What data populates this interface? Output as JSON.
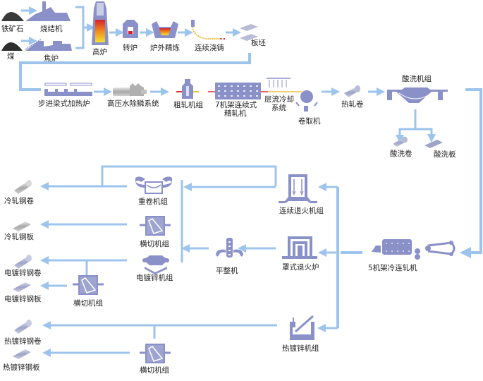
{
  "colors": {
    "flow_line": "#9cc4ec",
    "equipment": "#8a90c8",
    "equipment_dark": "#7078b8",
    "hot_red": "#d8202a",
    "hot_yellow": "#f5d020",
    "label": "#222222"
  },
  "stages": {
    "iron_ore": "铁矿石",
    "sinter": "烧结机",
    "coal": "煤",
    "coke_oven": "焦炉",
    "blast_furnace": "高炉",
    "converter": "转炉",
    "secondary_refining": "炉外精炼",
    "continuous_casting": "连续浇铸",
    "slab": "板坯",
    "walking_beam_furnace": "步进梁式加热炉",
    "hp_descaling": "高压水除鳞系统",
    "roughing_mill": "粗轧机组",
    "finishing_mill_line1": "7机架连续式",
    "finishing_mill_line2": "精轧机",
    "laminar_cooling_line1": "层流冷却",
    "laminar_cooling_line2": "系统",
    "coiler": "卷取机",
    "hot_rolled_coil": "热轧卷",
    "pickling_line": "酸洗机组",
    "pickled_coil": "酸洗卷",
    "pickled_sheet": "酸洗板",
    "cold_tandem_mill": "5机架冷连轧机",
    "continuous_annealing": "连续退火机组",
    "batch_annealing": "罩式退火炉",
    "hot_dip_galvanizing": "热镀锌机组",
    "temper_mill": "平整机",
    "recoiling_line": "重卷机组",
    "cut_to_length_1": "横切机组",
    "electro_galvanizing": "电镀锌机组",
    "cut_to_length_2": "横切机组",
    "cut_to_length_3": "横切机组"
  },
  "products": {
    "cold_rolled_coil": "冷轧钢卷",
    "cold_rolled_sheet": "冷轧钢板",
    "eg_coil": "电镀锌钢卷",
    "eg_sheet": "电镀锌钢板",
    "hdg_coil": "热镀锌钢卷",
    "hdg_sheet": "热镀锌钢板"
  }
}
